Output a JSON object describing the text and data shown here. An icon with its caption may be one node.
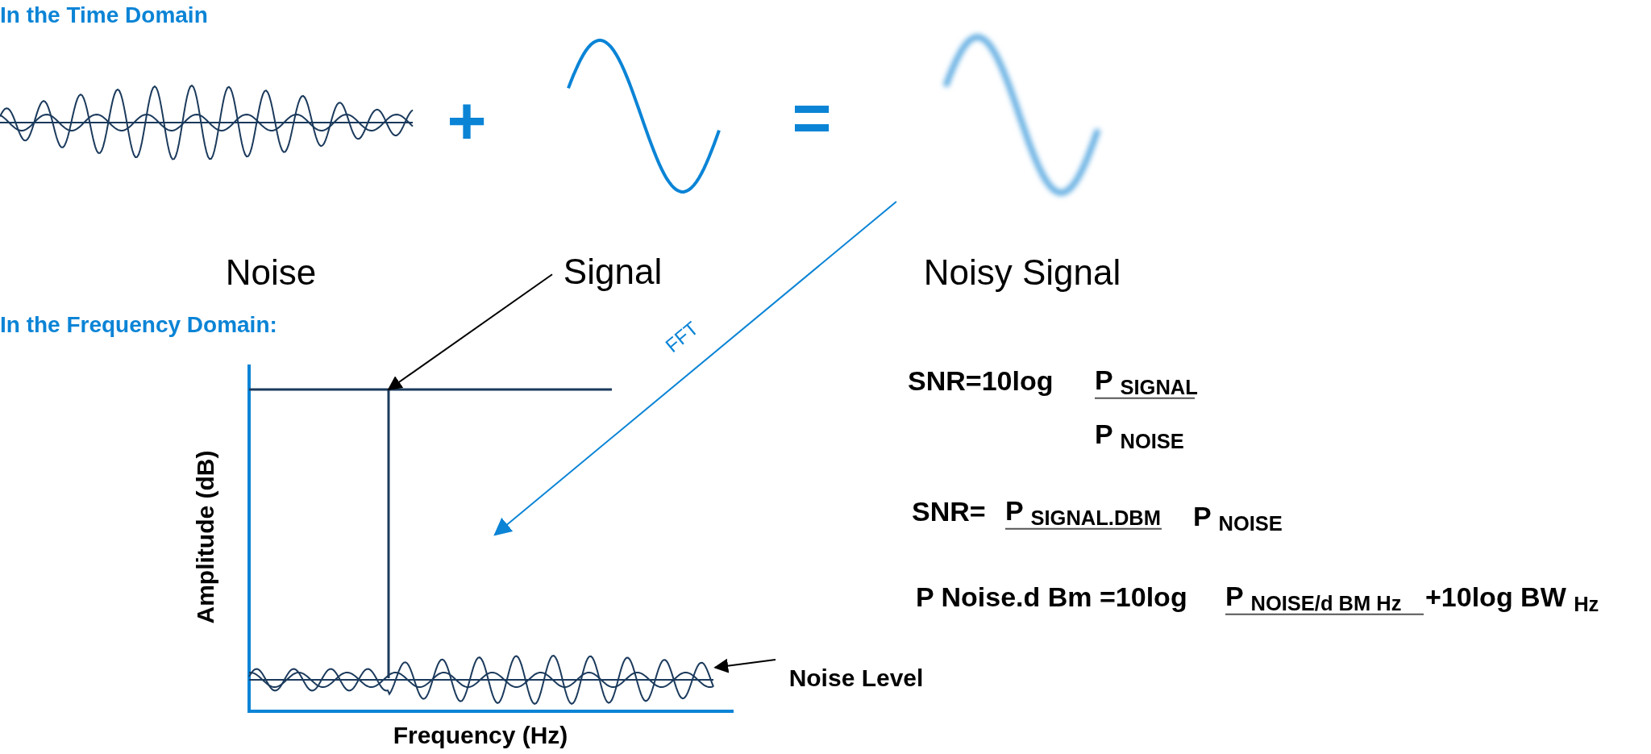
{
  "diagram": {
    "nodes": [
      {
        "text": [],
        "shape": "picture"
      },
      {
        "text": [
          "Signal"
        ]
      },
      {
        "text": [],
        "shape": "bar"
      },
      {
        "text": [],
        "shape": "picture"
      },
      {
        "text": [
          "Noise Level"
        ]
      }
    ],
    "edges": [
      {
        "from": 1,
        "to": 2,
        "arrow": "to"
      },
      {
        "from": 0,
        "to": null,
        "arrow": "to",
        "label": "FFT",
        "color": "#0b84d6"
      },
      {
        "from": 4,
        "to": 3,
        "arrow": "to"
      }
    ],
    "labels": [
      "In the Time Domain",
      "+",
      "=",
      "Noise",
      "Noisy Signal",
      "In the Frequency Domain:",
      "Amplitude (dB)",
      "Frequency (Hz)",
      "SNR=10log",
      "P $_{SIGNAL}$",
      "P $_{NOISE}$",
      "SNR=",
      "P $_{SIGNAL.DBM}$",
      "P $_{NOISE}$",
      "P Noise.d Bm =10log",
      "P $_{NOISE/d BM Hz}$",
      "+10log BW $_{Hz}$"
    ]
  }
}
